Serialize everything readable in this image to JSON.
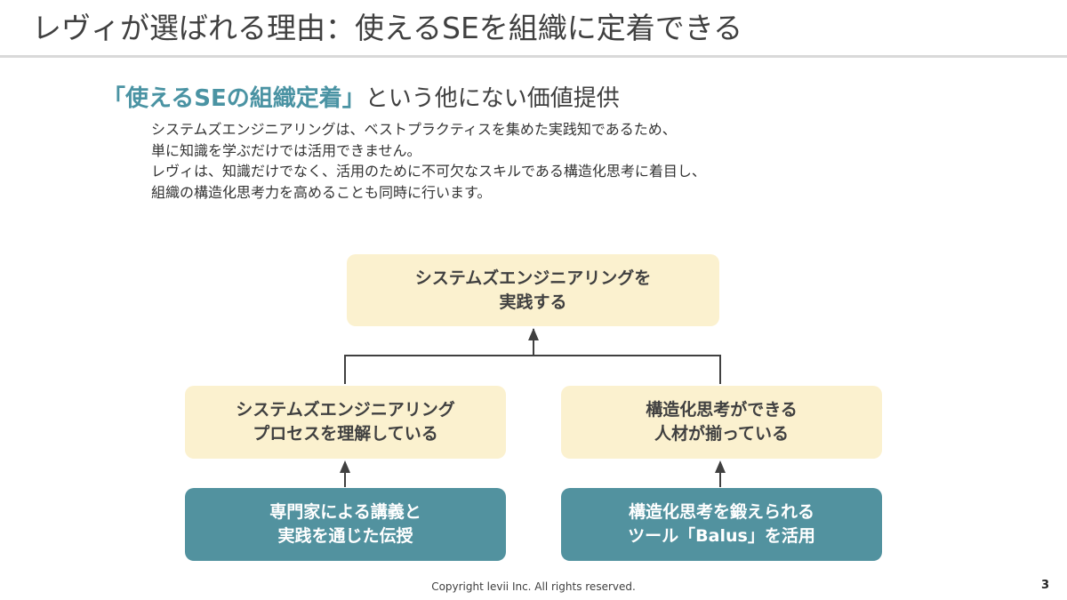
{
  "slide": {
    "title": "レヴィが選ばれる理由：使えるSEを組織に定着できる",
    "subheading_accent": "「使えるSEの組織定着」",
    "subheading_rest": "という他にない価値提供",
    "body_lines": [
      "システムズエンジニアリングは、ベストプラクティスを集めた実践知であるため、",
      "単に知識を学ぶだけでは活用できません。",
      "レヴィは、知識だけでなく、活用のために不可欠なスキルである構造化思考に着目し、",
      "組織の構造化思考力を高めることも同時に行います。"
    ]
  },
  "diagram": {
    "top_box": [
      "システムズエンジニアリングを",
      "実践する"
    ],
    "left_mid_box": [
      "システムズエンジニアリング",
      "プロセスを理解している"
    ],
    "right_mid_box": [
      "構造化思考ができる",
      "人材が揃っている"
    ],
    "left_bottom_box": [
      "専門家による講義と",
      "実践を通じた伝授"
    ],
    "right_bottom_box": [
      "構造化思考を鍛えられる",
      "ツール「Balus」を活用"
    ],
    "colors": {
      "light_box": "#fbf1cf",
      "dark_box": "#52929f",
      "accent_text": "#4a93a3",
      "connector": "#404040"
    }
  },
  "footer": {
    "copyright": "Copyright levii Inc. All rights reserved.",
    "page_number": "3"
  }
}
